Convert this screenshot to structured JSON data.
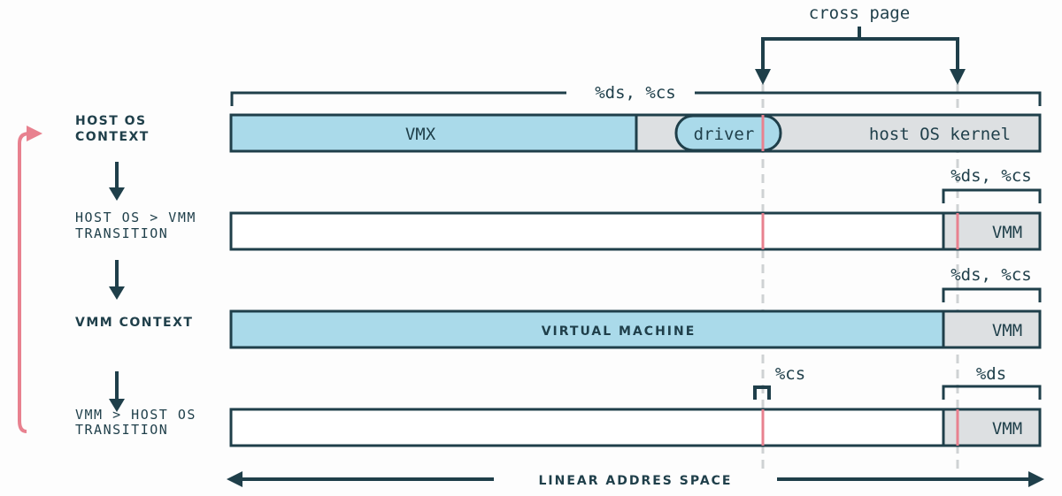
{
  "colors": {
    "dark": "#1f3f4a",
    "blue": "#aadaea",
    "gray": "#dde0e2",
    "white": "#ffffff",
    "pink": "#e8818f",
    "dash": "#cfd2d4"
  },
  "cross_page_label": "cross page",
  "rows": [
    {
      "label_lines": [
        "HOST OS",
        "CONTEXT"
      ],
      "bracket_label": "%ds, %cs",
      "segments": {
        "vmx": "VMX",
        "driver": "driver",
        "kernel": "host OS kernel"
      }
    },
    {
      "label_lines": [
        "HOST OS > VMM",
        "TRANSITION"
      ],
      "bracket_label": "%ds, %cs",
      "vmm": "VMM"
    },
    {
      "label_lines": [
        "VMM CONTEXT"
      ],
      "bracket_label": "%ds, %cs",
      "virtual_machine": "VIRTUAL MACHINE",
      "vmm": "VMM"
    },
    {
      "label_lines": [
        "VMM > HOST OS",
        "TRANSITION"
      ],
      "cs_label": "%cs",
      "ds_label": "%ds",
      "vmm": "VMM"
    }
  ],
  "axis_label": "LINEAR ADDRES SPACE"
}
